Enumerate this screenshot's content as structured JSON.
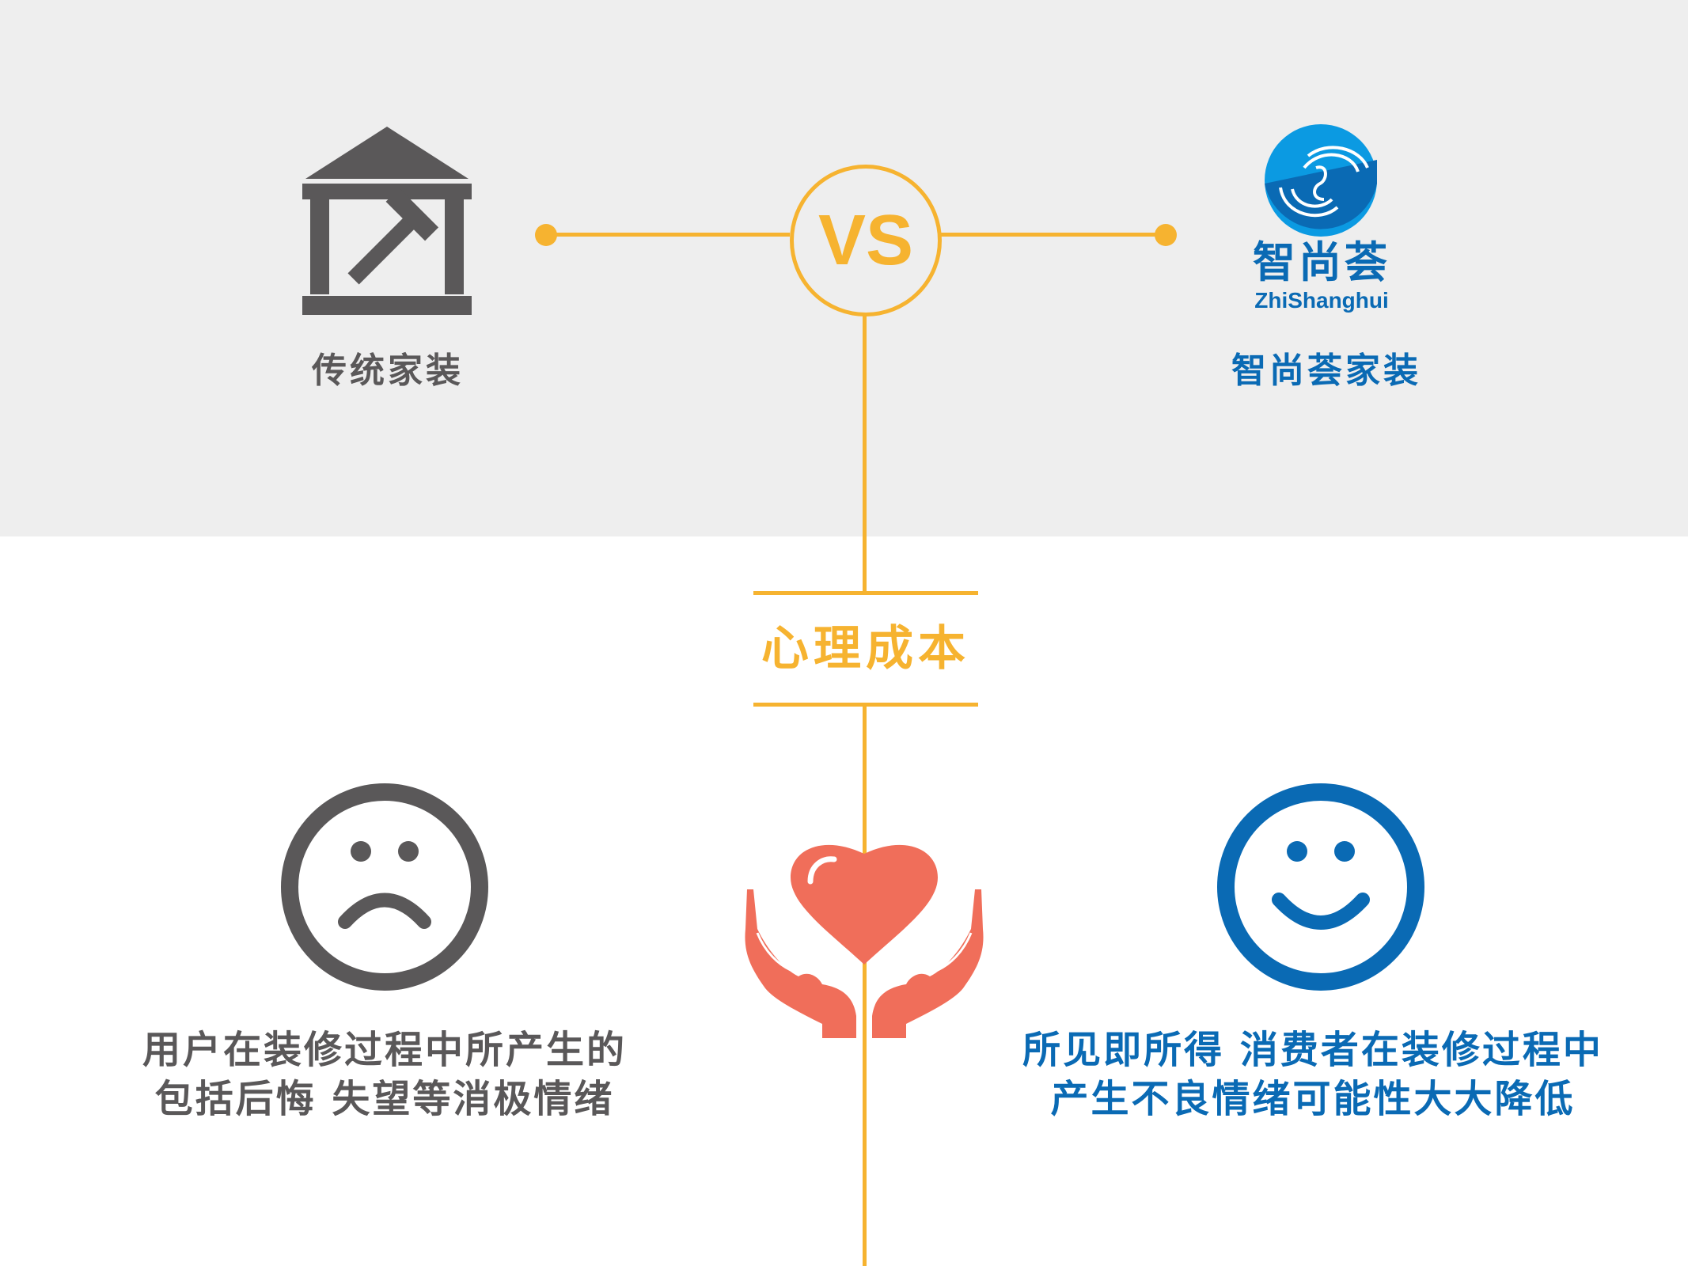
{
  "left": {
    "title": "传统家装",
    "description": [
      "用户在装修过程中所产生的",
      "包括后悔 失望等消极情绪"
    ],
    "color": "#5a5859"
  },
  "right": {
    "title": "智尚荟家装",
    "logo_cn": "智尚荟",
    "logo_en": "ZhiShanghui",
    "description": [
      "所见即所得 消费者在装修过程中",
      "产生不良情绪可能性大大降低"
    ],
    "color": "#0a6ab4"
  },
  "center": {
    "vs": "VS",
    "topic": "心理成本",
    "accent": "#f6b330",
    "heart_color": "#f06e5a"
  },
  "icons": {
    "left": "building-hammer-icon",
    "left_face": "sad-face-icon",
    "right_face": "smile-face-icon",
    "center": "heart-in-hands-icon"
  }
}
